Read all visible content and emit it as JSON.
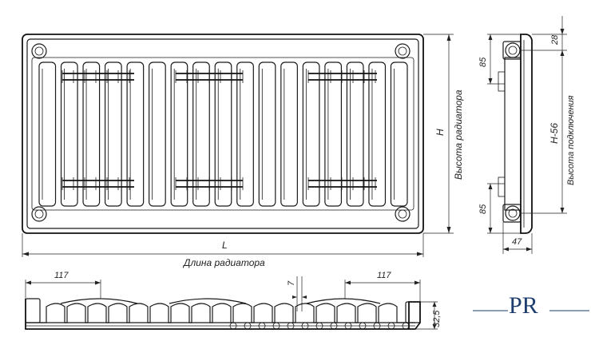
{
  "front_view": {
    "label_length": "L",
    "label_length_caption": "Длина радиатора",
    "label_height": "H",
    "label_height_caption": "Высота радиатора"
  },
  "side_view": {
    "dim_top": "28",
    "dim_upper_offset": "85",
    "dim_lower_offset": "85",
    "dim_center": "H-56",
    "dim_center_caption": "Высота подключения",
    "dim_depth": "47"
  },
  "bottom_view": {
    "dim_left": "117",
    "dim_right": "117",
    "dim_gap": "7",
    "dim_height": "32,5"
  },
  "logo": {
    "letters": "PR",
    "color": "#1d3d6e"
  }
}
